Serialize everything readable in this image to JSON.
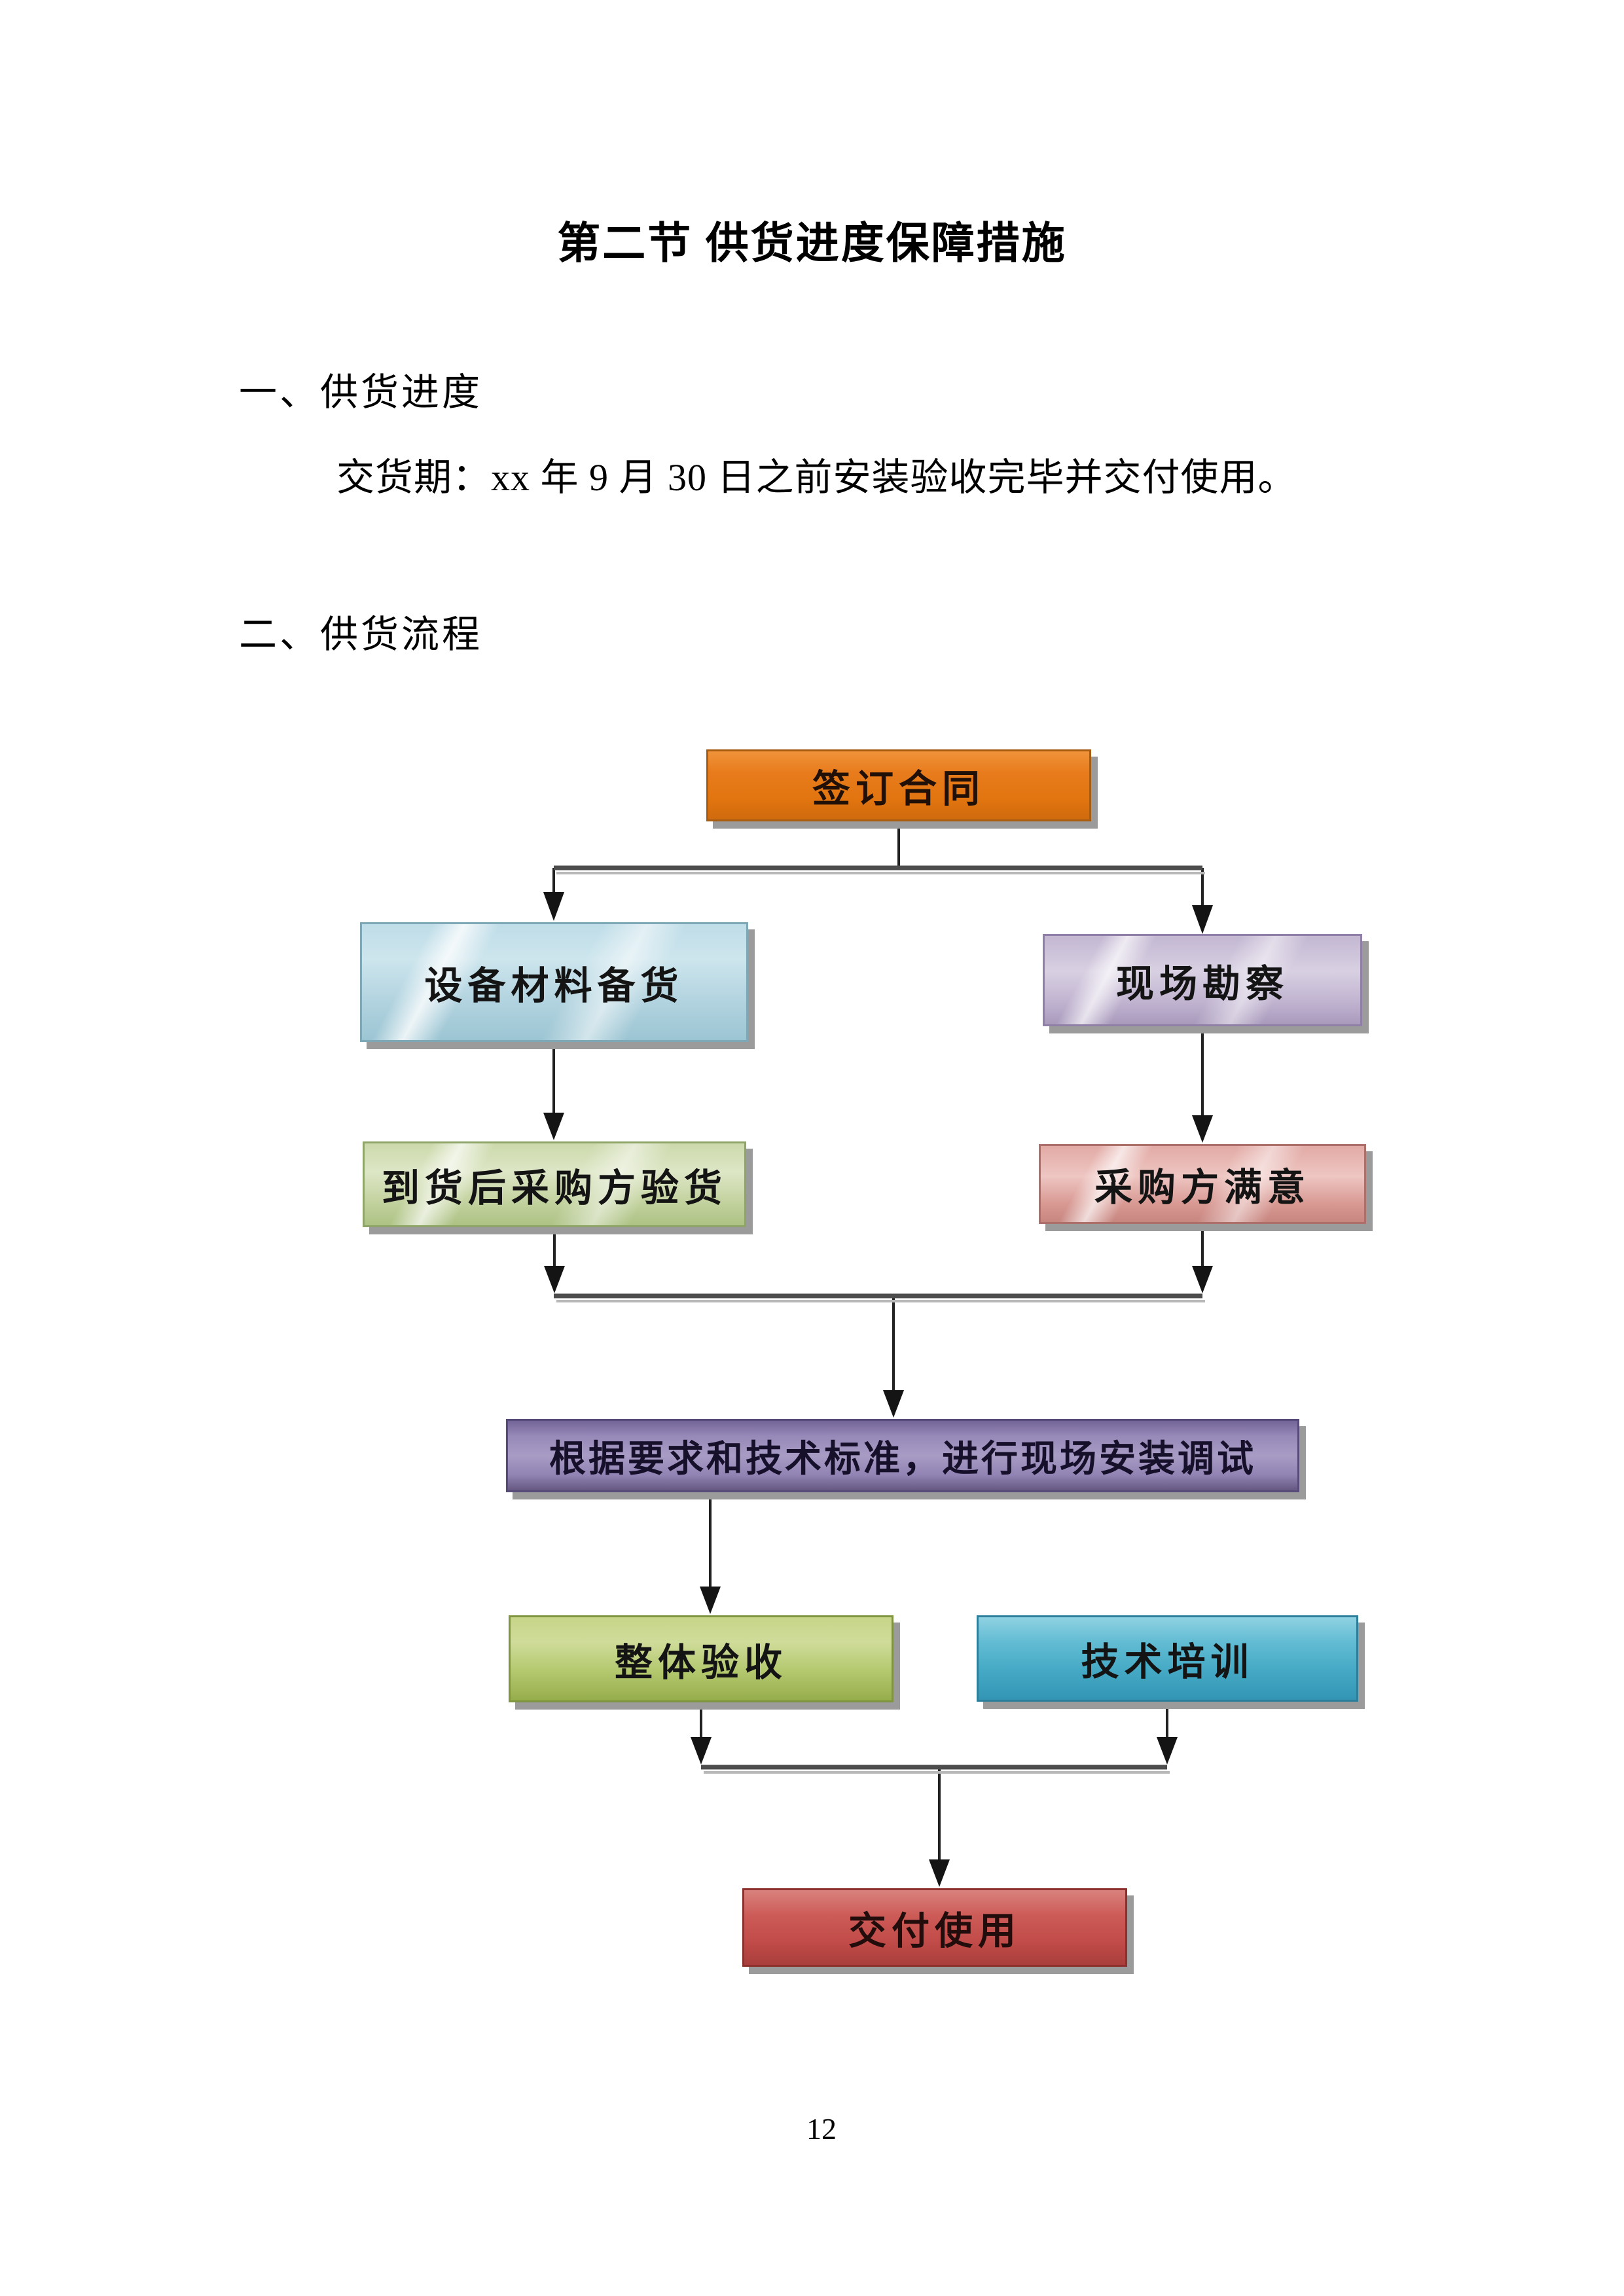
{
  "document": {
    "title": "第二节 供货进度保障措施",
    "sections": [
      {
        "heading": "一、供货进度",
        "body": "交货期：xx 年 9 月 30 日之前安装验收完毕并交付使用。"
      },
      {
        "heading": "二、供货流程",
        "body": ""
      }
    ],
    "page_number": "12"
  },
  "flowchart": {
    "nodes": [
      {
        "id": "sign-contract",
        "label": "签订合同",
        "color": "#e2750f"
      },
      {
        "id": "equipment-preparation",
        "label": "设备材料备货",
        "color": "#b6d5e0"
      },
      {
        "id": "site-survey",
        "label": "现场勘察",
        "color": "#c6bad4"
      },
      {
        "id": "buyer-inspection",
        "label": "到货后采购方验货",
        "color": "#c9d6a6"
      },
      {
        "id": "buyer-satisfaction",
        "label": "采购方满意",
        "color": "#dda39e"
      },
      {
        "id": "install-debug",
        "label": "根据要求和技术标准，进行现场安装调试",
        "color": "#9a8cba"
      },
      {
        "id": "overall-acceptance",
        "label": "整体验收",
        "color": "#b4c86e"
      },
      {
        "id": "technical-training",
        "label": "技术培训",
        "color": "#45a9c5"
      },
      {
        "id": "delivery",
        "label": "交付使用",
        "color": "#c14b48"
      }
    ],
    "edges": [
      {
        "from": "sign-contract",
        "to": "equipment-preparation"
      },
      {
        "from": "sign-contract",
        "to": "site-survey"
      },
      {
        "from": "equipment-preparation",
        "to": "buyer-inspection"
      },
      {
        "from": "site-survey",
        "to": "buyer-satisfaction"
      },
      {
        "from": "buyer-inspection",
        "to": "install-debug"
      },
      {
        "from": "buyer-satisfaction",
        "to": "install-debug"
      },
      {
        "from": "install-debug",
        "to": "overall-acceptance"
      },
      {
        "from": "overall-acceptance",
        "to": "delivery"
      },
      {
        "from": "technical-training",
        "to": "delivery"
      }
    ],
    "arrow_color": "#141414",
    "connector_color": "#4d4d4d",
    "connector_shadow_color": "#b8b8b8"
  }
}
